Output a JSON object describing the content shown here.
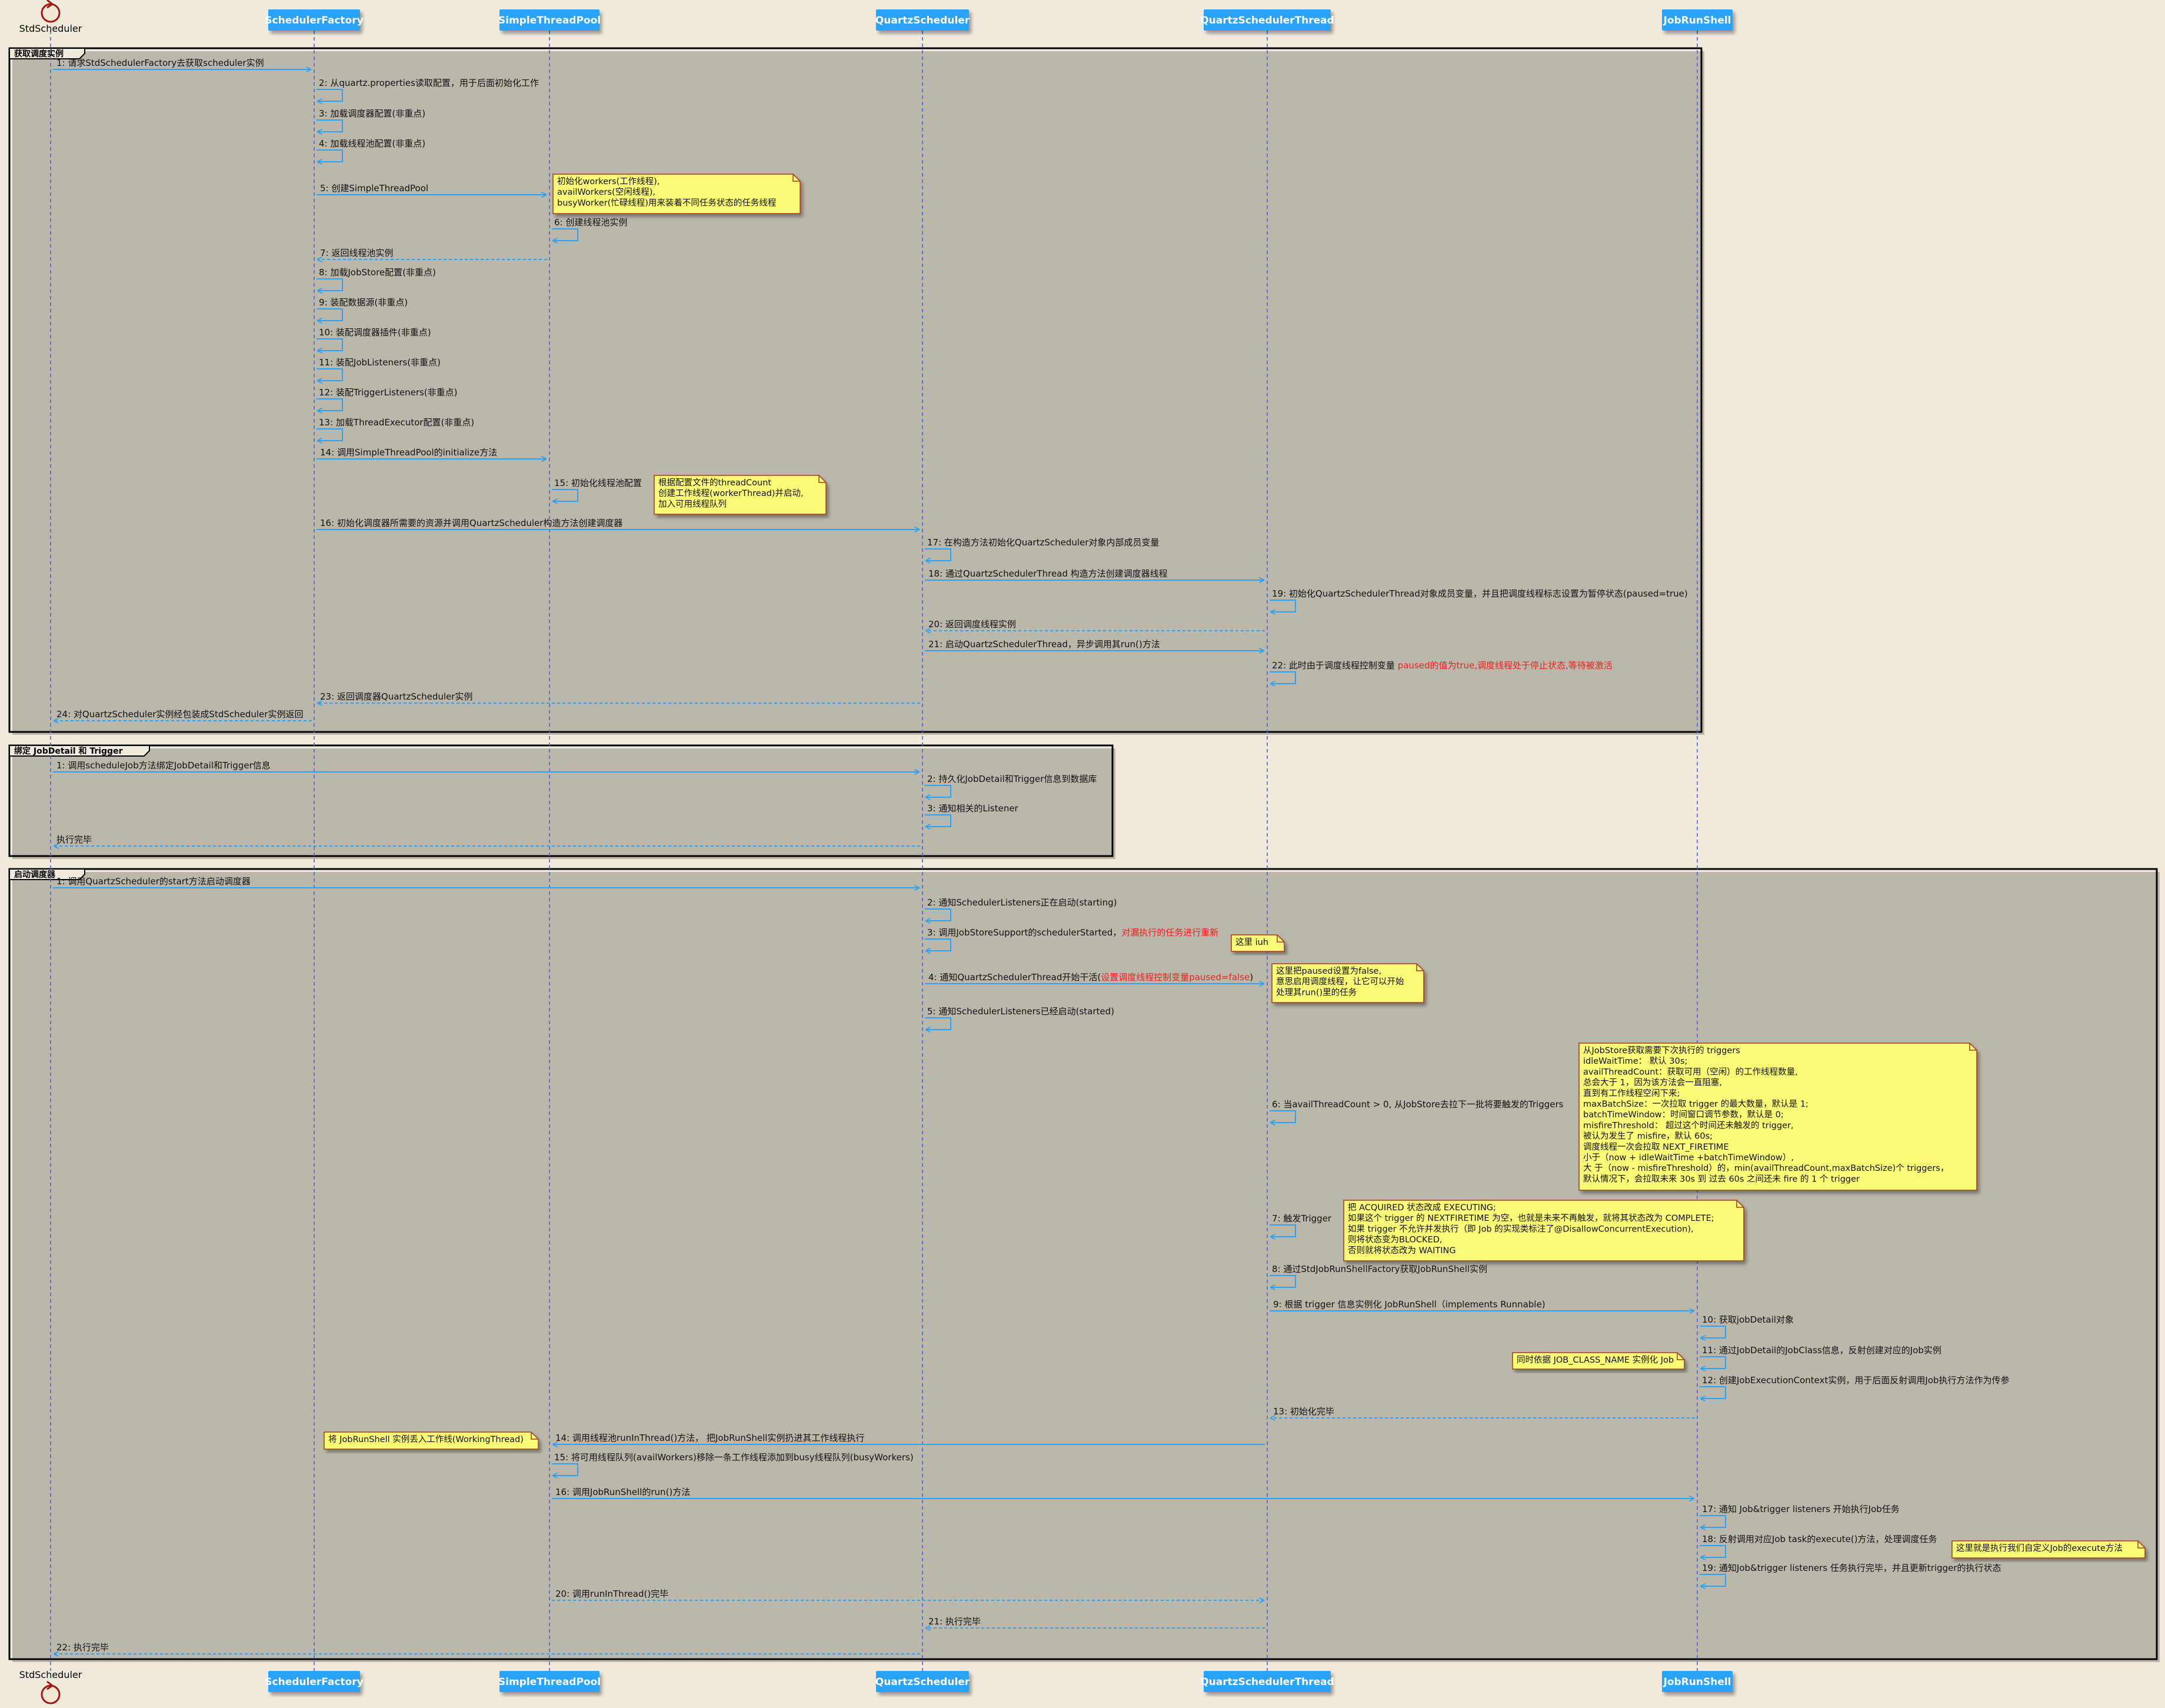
{
  "colors": {
    "background": "#efeadc",
    "participant_fill": "#2aa2f5",
    "participant_text": "#ffffff",
    "lifeline": "#4d63d8",
    "message": "#2aa2f5",
    "note_fill": "#fbfb77",
    "note_border": "#a63a1b",
    "highlight": "#e8231f",
    "text": "#111111"
  },
  "participants": [
    {
      "id": "std",
      "label": "StdScheduler",
      "kind": "control"
    },
    {
      "id": "sf",
      "label": "SchedulerFactory",
      "kind": "box"
    },
    {
      "id": "stp",
      "label": "SimpleThreadPool",
      "kind": "box"
    },
    {
      "id": "qs",
      "label": "QuartzScheduler",
      "kind": "box"
    },
    {
      "id": "qst",
      "label": "QuartzSchedulerThread",
      "kind": "box"
    },
    {
      "id": "jrs",
      "label": "JobRunShell",
      "kind": "box"
    }
  ],
  "groups": [
    {
      "label": "获取调度实例"
    },
    {
      "label": "绑定 JobDetail 和 Trigger"
    },
    {
      "label": "启动调度器"
    }
  ],
  "messages": [
    {
      "from": "std",
      "to": "sf",
      "text": "1: 请求StdSchedulerFactory去获取scheduler实例"
    },
    {
      "from": "sf",
      "to": "sf",
      "text": "2: 从quartz.properties读取配置，用于后面初始化工作"
    },
    {
      "from": "sf",
      "to": "sf",
      "text": "3: 加载调度器配置(非重点)"
    },
    {
      "from": "sf",
      "to": "sf",
      "text": "4: 加载线程池配置(非重点)"
    },
    {
      "from": "sf",
      "to": "stp",
      "text": "5: 创建SimpleThreadPool"
    },
    {
      "from": "stp",
      "to": "stp",
      "text": "6: 创建线程池实例"
    },
    {
      "from": "stp",
      "to": "sf",
      "text": "7: 返回线程池实例",
      "dashed": true
    },
    {
      "from": "sf",
      "to": "sf",
      "text": "8: 加载JobStore配置(非重点)"
    },
    {
      "from": "sf",
      "to": "sf",
      "text": "9: 装配数据源(非重点)"
    },
    {
      "from": "sf",
      "to": "sf",
      "text": "10: 装配调度器插件(非重点)"
    },
    {
      "from": "sf",
      "to": "sf",
      "text": "11: 装配JobListeners(非重点)"
    },
    {
      "from": "sf",
      "to": "sf",
      "text": "12: 装配TriggerListeners(非重点)"
    },
    {
      "from": "sf",
      "to": "sf",
      "text": "13: 加载ThreadExecutor配置(非重点)"
    },
    {
      "from": "sf",
      "to": "stp",
      "text": "14: 调用SimpleThreadPool的initialize方法"
    },
    {
      "from": "stp",
      "to": "stp",
      "text": "15: 初始化线程池配置"
    },
    {
      "from": "sf",
      "to": "qs",
      "text": "16: 初始化调度器所需要的资源并调用QuartzScheduler构造方法创建调度器"
    },
    {
      "from": "qs",
      "to": "qs",
      "text": "17: 在构造方法初始化QuartzScheduler对象内部成员变量"
    },
    {
      "from": "qs",
      "to": "qst",
      "text": "18: 通过QuartzSchedulerThread 构造方法创建调度器线程"
    },
    {
      "from": "qst",
      "to": "qst",
      "text": "19: 初始化QuartzSchedulerThread对象成员变量，并且把调度线程标志设置为暂停状态(paused=true)"
    },
    {
      "from": "qst",
      "to": "qs",
      "text": "20: 返回调度线程实例",
      "dashed": true
    },
    {
      "from": "qs",
      "to": "qst",
      "text": "21: 启动QuartzSchedulerThread，异步调用其run()方法"
    },
    {
      "from": "qst",
      "to": "qst",
      "text": "22: 此时由于调度线程控制变量 ",
      "red": "paused的值为true,调度线程处于停止状态,等待被激活"
    },
    {
      "from": "qs",
      "to": "sf",
      "text": "23: 返回调度器QuartzScheduler实例",
      "dashed": true
    },
    {
      "from": "sf",
      "to": "std",
      "text": "24: 对QuartzScheduler实例经包装成StdScheduler实例返回",
      "dashed": true
    },
    {
      "from": "std",
      "to": "qs",
      "text": "1: 调用scheduleJob方法绑定JobDetail和Trigger信息"
    },
    {
      "from": "qs",
      "to": "qs",
      "text": "2: 持久化JobDetail和Trigger信息到数据库"
    },
    {
      "from": "qs",
      "to": "qs",
      "text": "3: 通知相关的Listener"
    },
    {
      "from": "qs",
      "to": "std",
      "text": "执行完毕",
      "dashed": true
    },
    {
      "from": "std",
      "to": "qs",
      "text": "1: 调用QuartzScheduler的start方法启动调度器"
    },
    {
      "from": "qs",
      "to": "qs",
      "text": "2: 通知SchedulerListeners正在启动(starting)"
    },
    {
      "from": "qs",
      "to": "qs",
      "text": "3: 调用JobStoreSupport的schedulerStarted，",
      "red": "对漏执行的任务进行重新"
    },
    {
      "from": "qs",
      "to": "qst",
      "text": "4: 通知QuartzSchedulerThread开始干活(",
      "red": "设置调度线程控制变量paused=false",
      "tail": ")"
    },
    {
      "from": "qs",
      "to": "qs",
      "text": "5: 通知SchedulerListeners已经启动(started)"
    },
    {
      "from": "qst",
      "to": "qst",
      "text": "6: 当availThreadCount > 0, 从JobStore去拉下一批将要触发的Triggers"
    },
    {
      "from": "qst",
      "to": "qst",
      "text": "7: 触发Trigger"
    },
    {
      "from": "qst",
      "to": "qst",
      "text": "8: 通过StdJobRunShellFactory获取JobRunShell实例"
    },
    {
      "from": "qst",
      "to": "jrs",
      "text": "9: 根据 trigger 信息实例化 JobRunShell（implements Runnable)"
    },
    {
      "from": "jrs",
      "to": "jrs",
      "text": "10: 获取jobDetail对象"
    },
    {
      "from": "jrs",
      "to": "jrs",
      "text": "11: 通过JobDetail的JobClass信息，反射创建对应的Job实例"
    },
    {
      "from": "jrs",
      "to": "jrs",
      "text": "12: 创建JobExecutionContext实例，用于后面反射调用Job执行方法作为传参"
    },
    {
      "from": "jrs",
      "to": "qst",
      "text": "13: 初始化完毕",
      "dashed": true
    },
    {
      "from": "qst",
      "to": "stp",
      "text": "14: 调用线程池runInThread()方法， 把JobRunShell实例扔进其工作线程执行"
    },
    {
      "from": "stp",
      "to": "stp",
      "text": "15: 将可用线程队列(availWorkers)移除一条工作线程添加到busy线程队列(busyWorkers)"
    },
    {
      "from": "stp",
      "to": "jrs",
      "text": "16: 调用JobRunShell的run()方法"
    },
    {
      "from": "jrs",
      "to": "jrs",
      "text": "17: 通知 Job&trigger listeners 开始执行Job任务"
    },
    {
      "from": "jrs",
      "to": "jrs",
      "text": "18: 反射调用对应Job task的execute()方法，处理调度任务"
    },
    {
      "from": "jrs",
      "to": "jrs",
      "text": "19: 通知Job&trigger listeners 任务执行完毕，并且更新trigger的执行状态"
    },
    {
      "from": "stp",
      "to": "qst",
      "text": "20: 调用runInThread()完毕",
      "dashed": true
    },
    {
      "from": "qst",
      "to": "qs",
      "text": "21: 执行完毕",
      "dashed": true
    },
    {
      "from": "qs",
      "to": "std",
      "text": "22: 执行完毕",
      "dashed": true
    }
  ],
  "notes": [
    {
      "lines": [
        "初始化workers(工作线程),",
        "availWorkers(空闲线程),",
        "busyWorker(忙碌线程)用来装着不同任务状态的任务线程"
      ]
    },
    {
      "lines": [
        "根据配置文件的threadCount",
        "创建工作线程(workerThread)并启动,",
        "加入可用线程队列"
      ]
    },
    {
      "lines": [
        "这里 iuh"
      ]
    },
    {
      "lines": [
        "这里把paused设置为false,",
        "意思启用调度线程，让它可以开始",
        "处理其run()里的任务"
      ]
    },
    {
      "lines": [
        "从JobStore获取需要下次执行的 triggers",
        "idleWaitTime： 默认 30s;",
        "availThreadCount：获取可用（空闲）的工作线程数量,",
        "总会大于 1，因为该方法会一直阻塞,",
        "直到有工作线程空闲下来;",
        "maxBatchSize：一次拉取 trigger 的最大数量，默认是 1;",
        "batchTimeWindow：时间窗口调节参数，默认是 0;",
        "misfireThreshold： 超过这个时间还未触发的 trigger,",
        "被认为发生了 misfire，默认 60s;",
        "调度线程一次会拉取 NEXT_FIRETIME",
        "小于（now + idleWaitTime +batchTimeWindow）,",
        "大 于（now - misfireThreshold）的，min(availThreadCount,maxBatchSize)个 triggers，",
        "默认情况下，会拉取未来 30s 到 过去 60s 之间还未 fire 的 1 个 trigger"
      ]
    },
    {
      "lines": [
        "把 ACQUIRED 状态改成 EXECUTING;",
        "如果这个 trigger 的 NEXTFIRETIME 为空，也就是未来不再触发，就将其状态改为 COMPLETE;",
        "如果 trigger 不允许并发执行（即 Job 的实现类标注了@DisallowConcurrentExecution),",
        "则将状态变为BLOCKED,",
        "否则就将状态改为 WAITING"
      ]
    },
    {
      "lines": [
        "同时依据 JOB_CLASS_NAME 实例化 Job"
      ]
    },
    {
      "lines": [
        "将 JobRunShell 实例丢入工作线(WorkingThread)"
      ]
    },
    {
      "lines": [
        "这里就是执行我们自定义Job的execute方法"
      ]
    }
  ]
}
